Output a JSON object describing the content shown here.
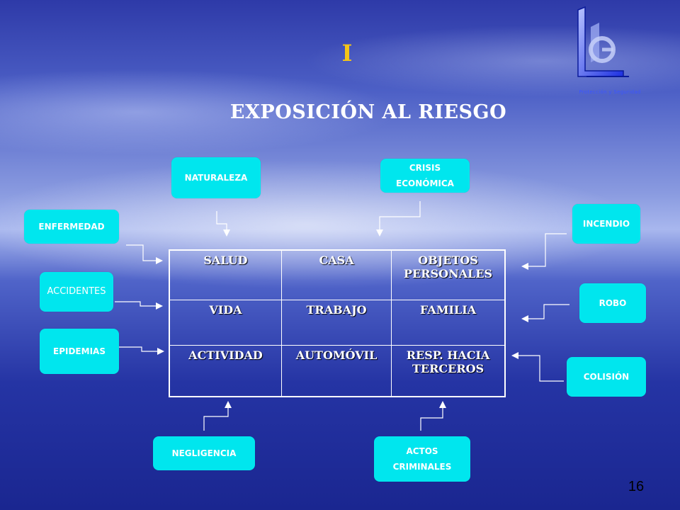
{
  "slide": {
    "roman_numeral": "I",
    "title": "EXPOSICIÓN AL RIESGO",
    "page_number": "16",
    "logo_caption": "Protección y Seguridad",
    "colors": {
      "box": "#00e6ee",
      "roman": "#f5c518",
      "text": "#ffffff"
    }
  },
  "risks": {
    "naturaleza": "NATURALEZA",
    "crisis_l1": "CRISIS",
    "crisis_l2": "ECONÓMICA",
    "enfermedad": "ENFERMEDAD",
    "incendio": "INCENDIO",
    "accidentes": "ACCIDENTES",
    "robo": "ROBO",
    "epidemias": "EPIDEMIAS",
    "colision": "COLISIÓN",
    "negligencia": "NEGLIGENCIA",
    "actos_l1": "ACTOS",
    "actos_l2": "CRIMINALES"
  },
  "table": {
    "r1": {
      "c1": "SALUD",
      "c2": "CASA",
      "c3_l1": "OBJETOS",
      "c3_l2": "PERSONALES"
    },
    "r2": {
      "c1": "VIDA",
      "c2": "TRABAJO",
      "c3": "FAMILIA"
    },
    "r3": {
      "c1": "ACTIVIDAD",
      "c2": "AUTOMÓVIL",
      "c3_l1": "RESP. HACIA",
      "c3_l2": "TERCEROS"
    }
  }
}
